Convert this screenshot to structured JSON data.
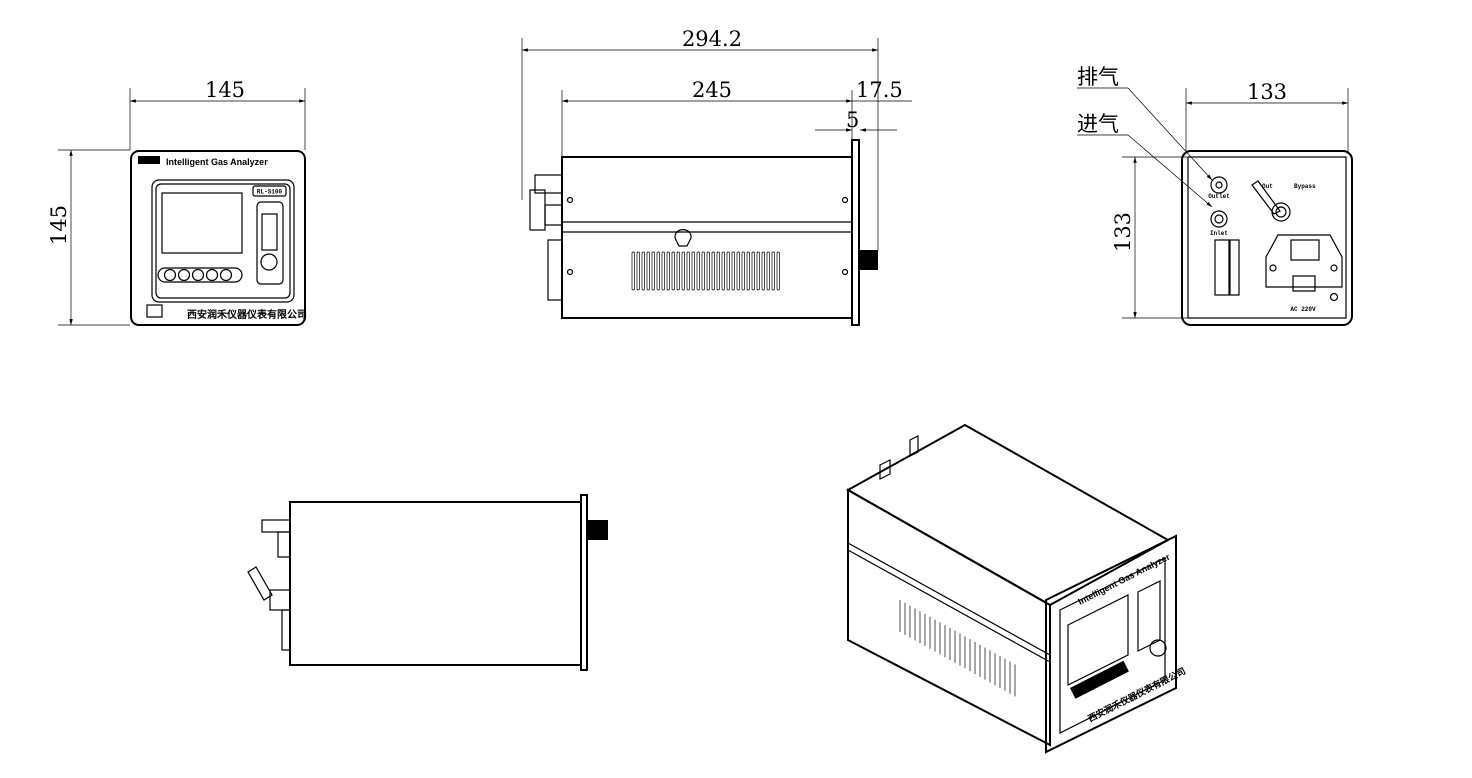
{
  "front_view": {
    "width_dim": "145",
    "height_dim": "145",
    "product_name": "Intelligent Gas Analyzer",
    "model": "RL-S100",
    "company": "西安润禾仪器仪表有限公司"
  },
  "side_view": {
    "overall_length_dim": "294.2",
    "body_length_dim": "245",
    "front_dim": "17.5",
    "panel_thickness_dim": "5"
  },
  "rear_view": {
    "width_dim": "133",
    "height_dim": "133",
    "outlet_callout": "排气",
    "inlet_callout": "进气",
    "outlet_label": "Outlet",
    "inlet_label": "Inlet",
    "out_label": "Out",
    "bypass_label": "Bypass",
    "power_label": "AC 220V"
  },
  "iso_view": {
    "product_name": "Intelligent Gas Analyzer",
    "company": "西安润禾仪器仪表有限公司"
  }
}
